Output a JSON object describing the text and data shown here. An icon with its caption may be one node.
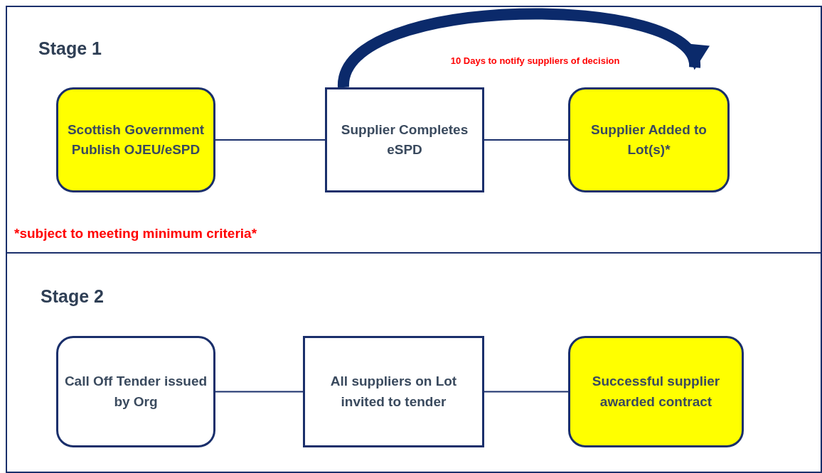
{
  "diagram": {
    "nodes": [
      {
        "text": [
          "Stage 1"
        ]
      },
      {
        "text": [
          "Scottish Government Publish OJEU/eSPD"
        ],
        "in": 0
      },
      {
        "text": [
          "Supplier Completes eSPD"
        ],
        "in": 0
      },
      {
        "text": [
          "Supplier Added to Lot(s)*"
        ],
        "in": 0
      },
      {
        "text": [
          "Stage 2"
        ]
      },
      {
        "text": [
          "Call Off Tender issued by Org"
        ],
        "in": 4
      },
      {
        "text": [
          "All suppliers on Lot invited to tender"
        ],
        "in": 4
      },
      {
        "text": [
          "Successful supplier awarded contract"
        ],
        "in": 4
      }
    ],
    "edges": [
      {
        "from": 1,
        "to": 2,
        "arrow": "none"
      },
      {
        "from": 2,
        "to": 3,
        "arrow": "none"
      },
      {
        "from": 2,
        "to": 3,
        "arrow": "to",
        "style": "thick",
        "label": "10 Days to notify suppliers of decision"
      },
      {
        "from": 5,
        "to": 6,
        "arrow": "none"
      },
      {
        "from": 6,
        "to": 7,
        "arrow": "none"
      }
    ],
    "labels": [
      "*subject to meeting minimum criteria*"
    ]
  }
}
